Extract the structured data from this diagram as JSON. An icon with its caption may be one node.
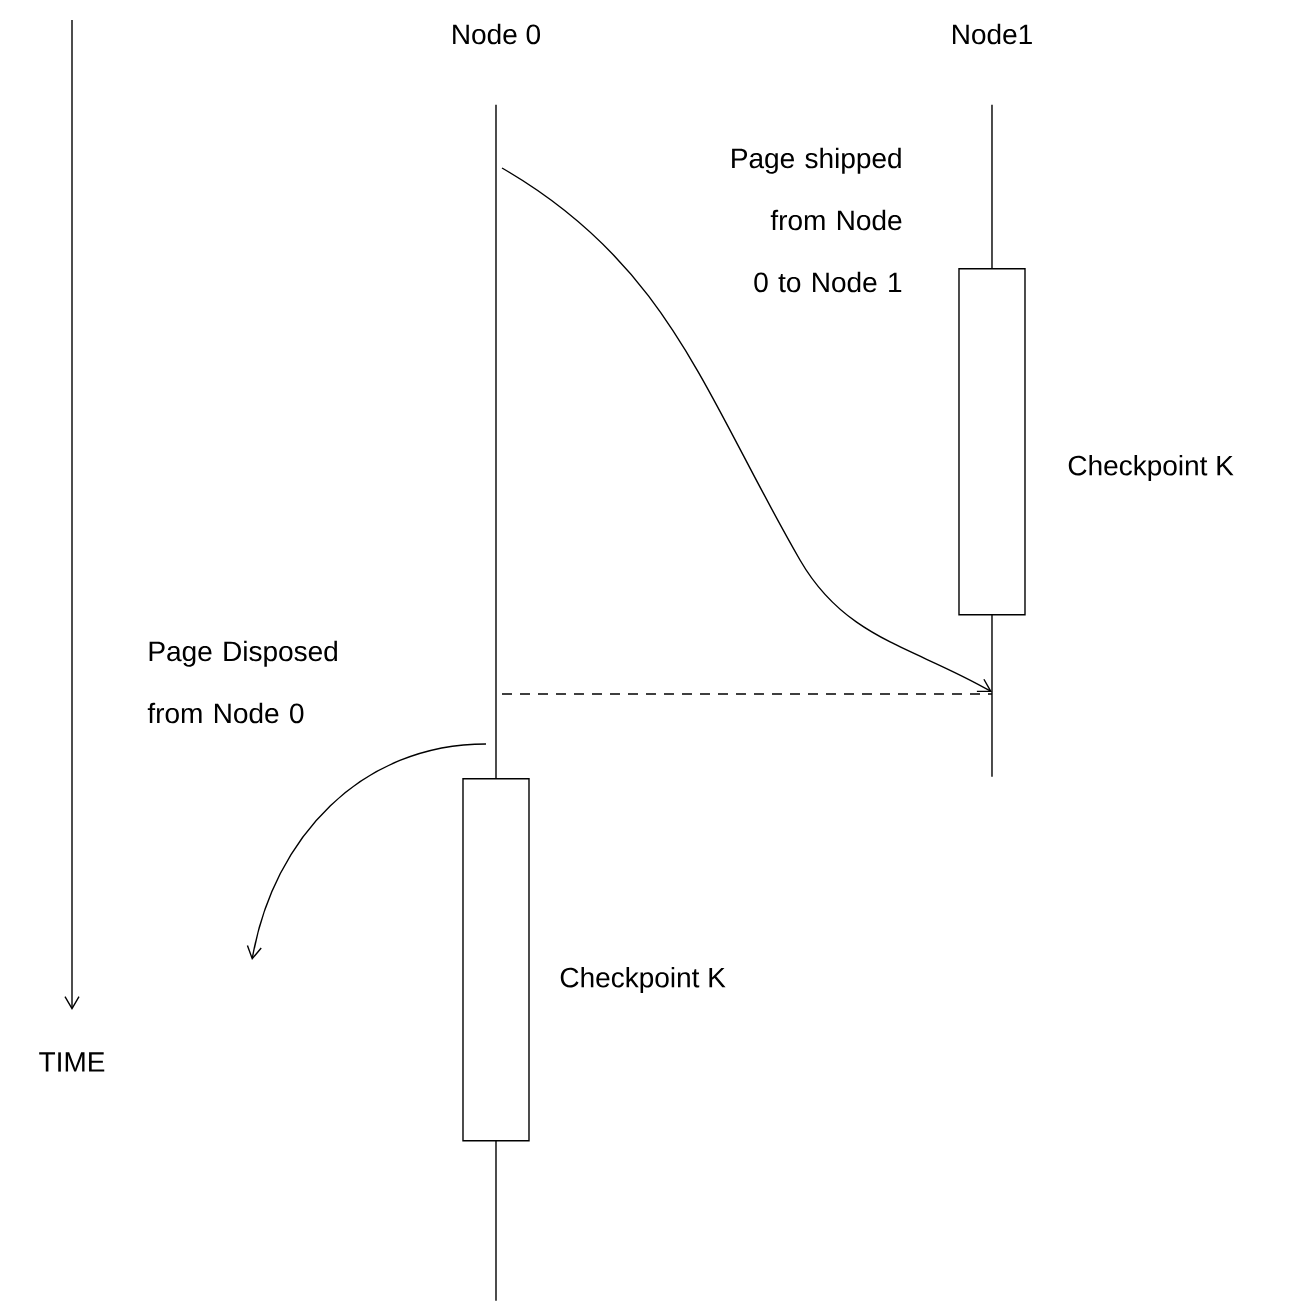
{
  "diagram": {
    "nodes": [
      {
        "text": [
          "Node 0"
        ]
      },
      {
        "text": [
          "Node1"
        ]
      },
      {
        "text": [],
        "shape": "box",
        "beside": [
          "Checkpoint K"
        ],
        "in": 1
      },
      {
        "text": [],
        "shape": "box",
        "beside": [
          "Checkpoint K"
        ],
        "in": 0
      }
    ],
    "edges": [
      {
        "from": 0,
        "to": 1,
        "arrow": "to",
        "label": "Page shipped from Node 0 to Node 1"
      },
      {
        "from": 0,
        "to": 1,
        "arrow": "none",
        "style": "dashed"
      },
      {
        "from": 0,
        "to": null,
        "arrow": "to",
        "label": "Page Disposed from Node 0"
      }
    ],
    "labels": [
      "TIME"
    ]
  }
}
